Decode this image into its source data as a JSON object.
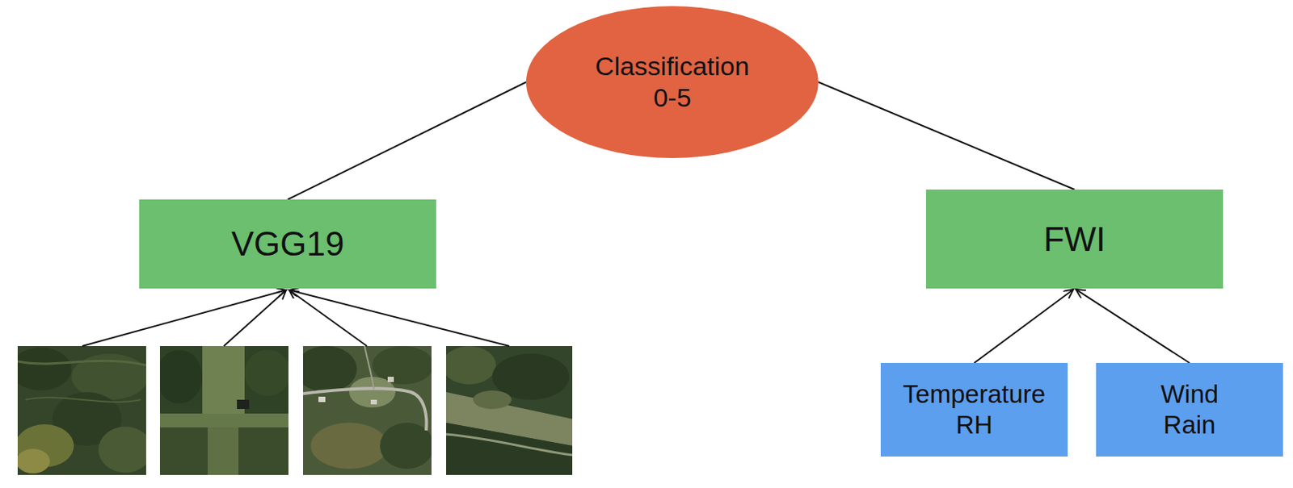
{
  "diagram": {
    "nodes": [
      {
        "text": [
          "Classification 0-5"
        ]
      },
      {
        "text": [
          "VGG19"
        ]
      },
      {
        "text": [
          "FWI"
        ]
      },
      {
        "text": [
          "Temperature RH"
        ]
      },
      {
        "text": [
          "Wind Rain"
        ]
      }
    ],
    "edges": [
      {
        "from": 1,
        "to": 0,
        "arrow": "none"
      },
      {
        "from": 2,
        "to": 0,
        "arrow": "none"
      },
      {
        "from": 3,
        "to": 2,
        "arrow": "to"
      },
      {
        "from": 4,
        "to": 2,
        "arrow": "to"
      }
    ]
  }
}
